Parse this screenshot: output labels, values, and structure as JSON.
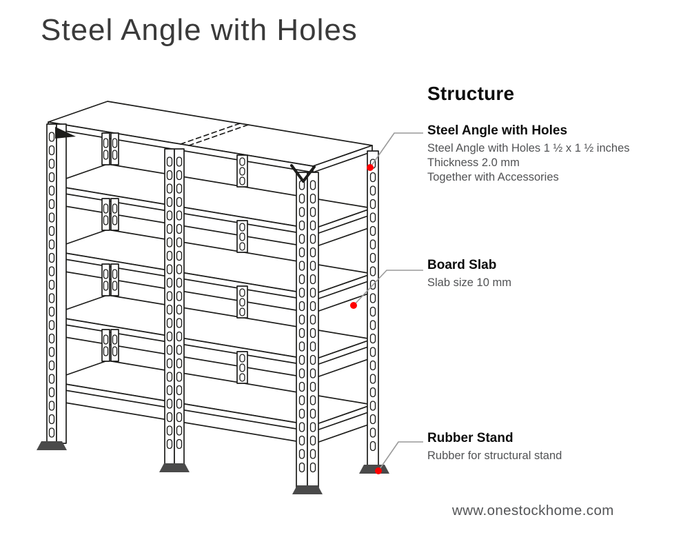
{
  "page": {
    "title": "Steel Angle with Holes",
    "website": "www.onestockhome.com"
  },
  "structure_panel": {
    "heading": "Structure",
    "callouts": [
      {
        "title": "Steel Angle with Holes",
        "lines": [
          "Steel Angle with Holes 1 ½ x 1 ½ inches",
          "Thickness 2.0 mm",
          "Together with Accessories"
        ]
      },
      {
        "title": "Board Slab",
        "lines": [
          "Slab size 10 mm"
        ]
      },
      {
        "title": "Rubber Stand",
        "lines": [
          "Rubber for structural stand"
        ]
      }
    ]
  },
  "diagram": {
    "subject": "steel-angle-shelving-unit",
    "line_color": "#1d1d1b",
    "marker_color": "#ff0000",
    "leader_color": "#999999",
    "foot_color": "#4a4a4a"
  }
}
